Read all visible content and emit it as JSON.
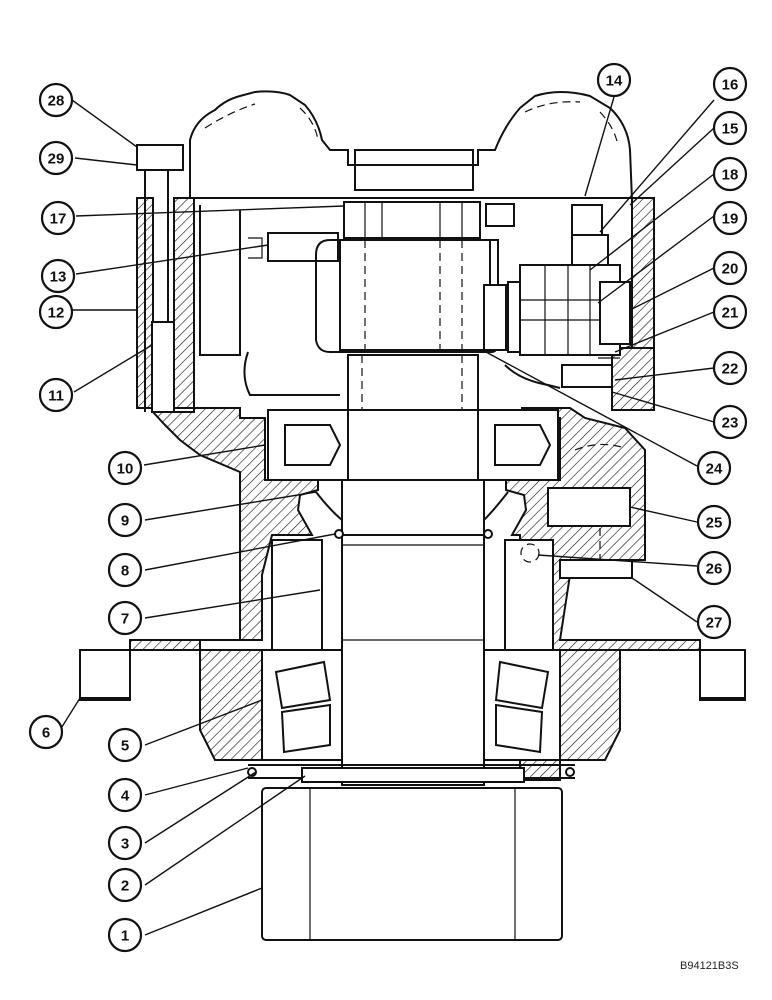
{
  "reference_code": "B94121B3S",
  "callouts": [
    {
      "id": "c1",
      "label": "1"
    },
    {
      "id": "c2",
      "label": "2"
    },
    {
      "id": "c3",
      "label": "3"
    },
    {
      "id": "c4",
      "label": "4"
    },
    {
      "id": "c5",
      "label": "5"
    },
    {
      "id": "c6",
      "label": "6"
    },
    {
      "id": "c7",
      "label": "7"
    },
    {
      "id": "c8",
      "label": "8"
    },
    {
      "id": "c9",
      "label": "9"
    },
    {
      "id": "c10",
      "label": "10"
    },
    {
      "id": "c11",
      "label": "11"
    },
    {
      "id": "c12",
      "label": "12"
    },
    {
      "id": "c13",
      "label": "13"
    },
    {
      "id": "c14",
      "label": "14"
    },
    {
      "id": "c15",
      "label": "15"
    },
    {
      "id": "c16",
      "label": "16"
    },
    {
      "id": "c17",
      "label": "17"
    },
    {
      "id": "c18",
      "label": "18"
    },
    {
      "id": "c19",
      "label": "19"
    },
    {
      "id": "c20",
      "label": "20"
    },
    {
      "id": "c21",
      "label": "21"
    },
    {
      "id": "c22",
      "label": "22"
    },
    {
      "id": "c23",
      "label": "23"
    },
    {
      "id": "c24",
      "label": "24"
    },
    {
      "id": "c25",
      "label": "25"
    },
    {
      "id": "c26",
      "label": "26"
    },
    {
      "id": "c27",
      "label": "27"
    },
    {
      "id": "c28",
      "label": "28"
    },
    {
      "id": "c29",
      "label": "29"
    }
  ]
}
